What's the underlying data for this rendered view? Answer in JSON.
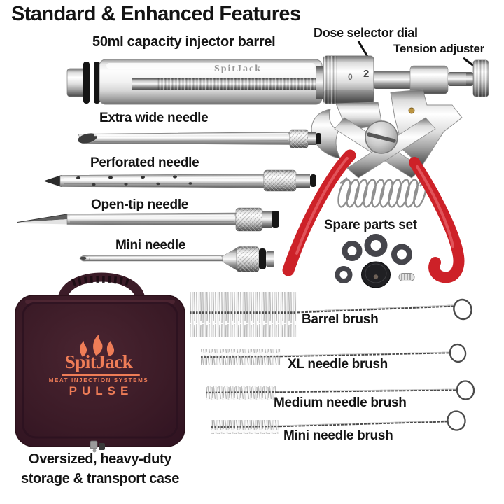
{
  "title": "Standard & Enhanced Features",
  "colors": {
    "label_ink": "#141414",
    "handle_red": "#cd2128",
    "case_maroon": "#3e1d29",
    "logo_orange": "#ef7d57"
  },
  "injector": {
    "barrel_label": "50ml capacity injector barrel",
    "dose_dial_label": "Dose selector dial",
    "tension_label": "Tension adjuster",
    "barrel_etch": "SpitJack",
    "dial_mark_left": "0",
    "dial_mark_right": "2"
  },
  "needles": {
    "extra_wide": "Extra wide needle",
    "perforated": "Perforated needle",
    "open_tip": "Open-tip needle",
    "mini": "Mini needle"
  },
  "spare_parts": {
    "label": "Spare parts set"
  },
  "brushes": {
    "barrel": "Barrel brush",
    "xl": "XL needle brush",
    "medium": "Medium needle brush",
    "mini": "Mini needle brush"
  },
  "case": {
    "brand": "SpitJack",
    "tagline": "MEAT INJECTION SYSTEMS",
    "model": "PULSE",
    "caption_line1": "Oversized, heavy-duty",
    "caption_line2": "storage & transport case"
  }
}
